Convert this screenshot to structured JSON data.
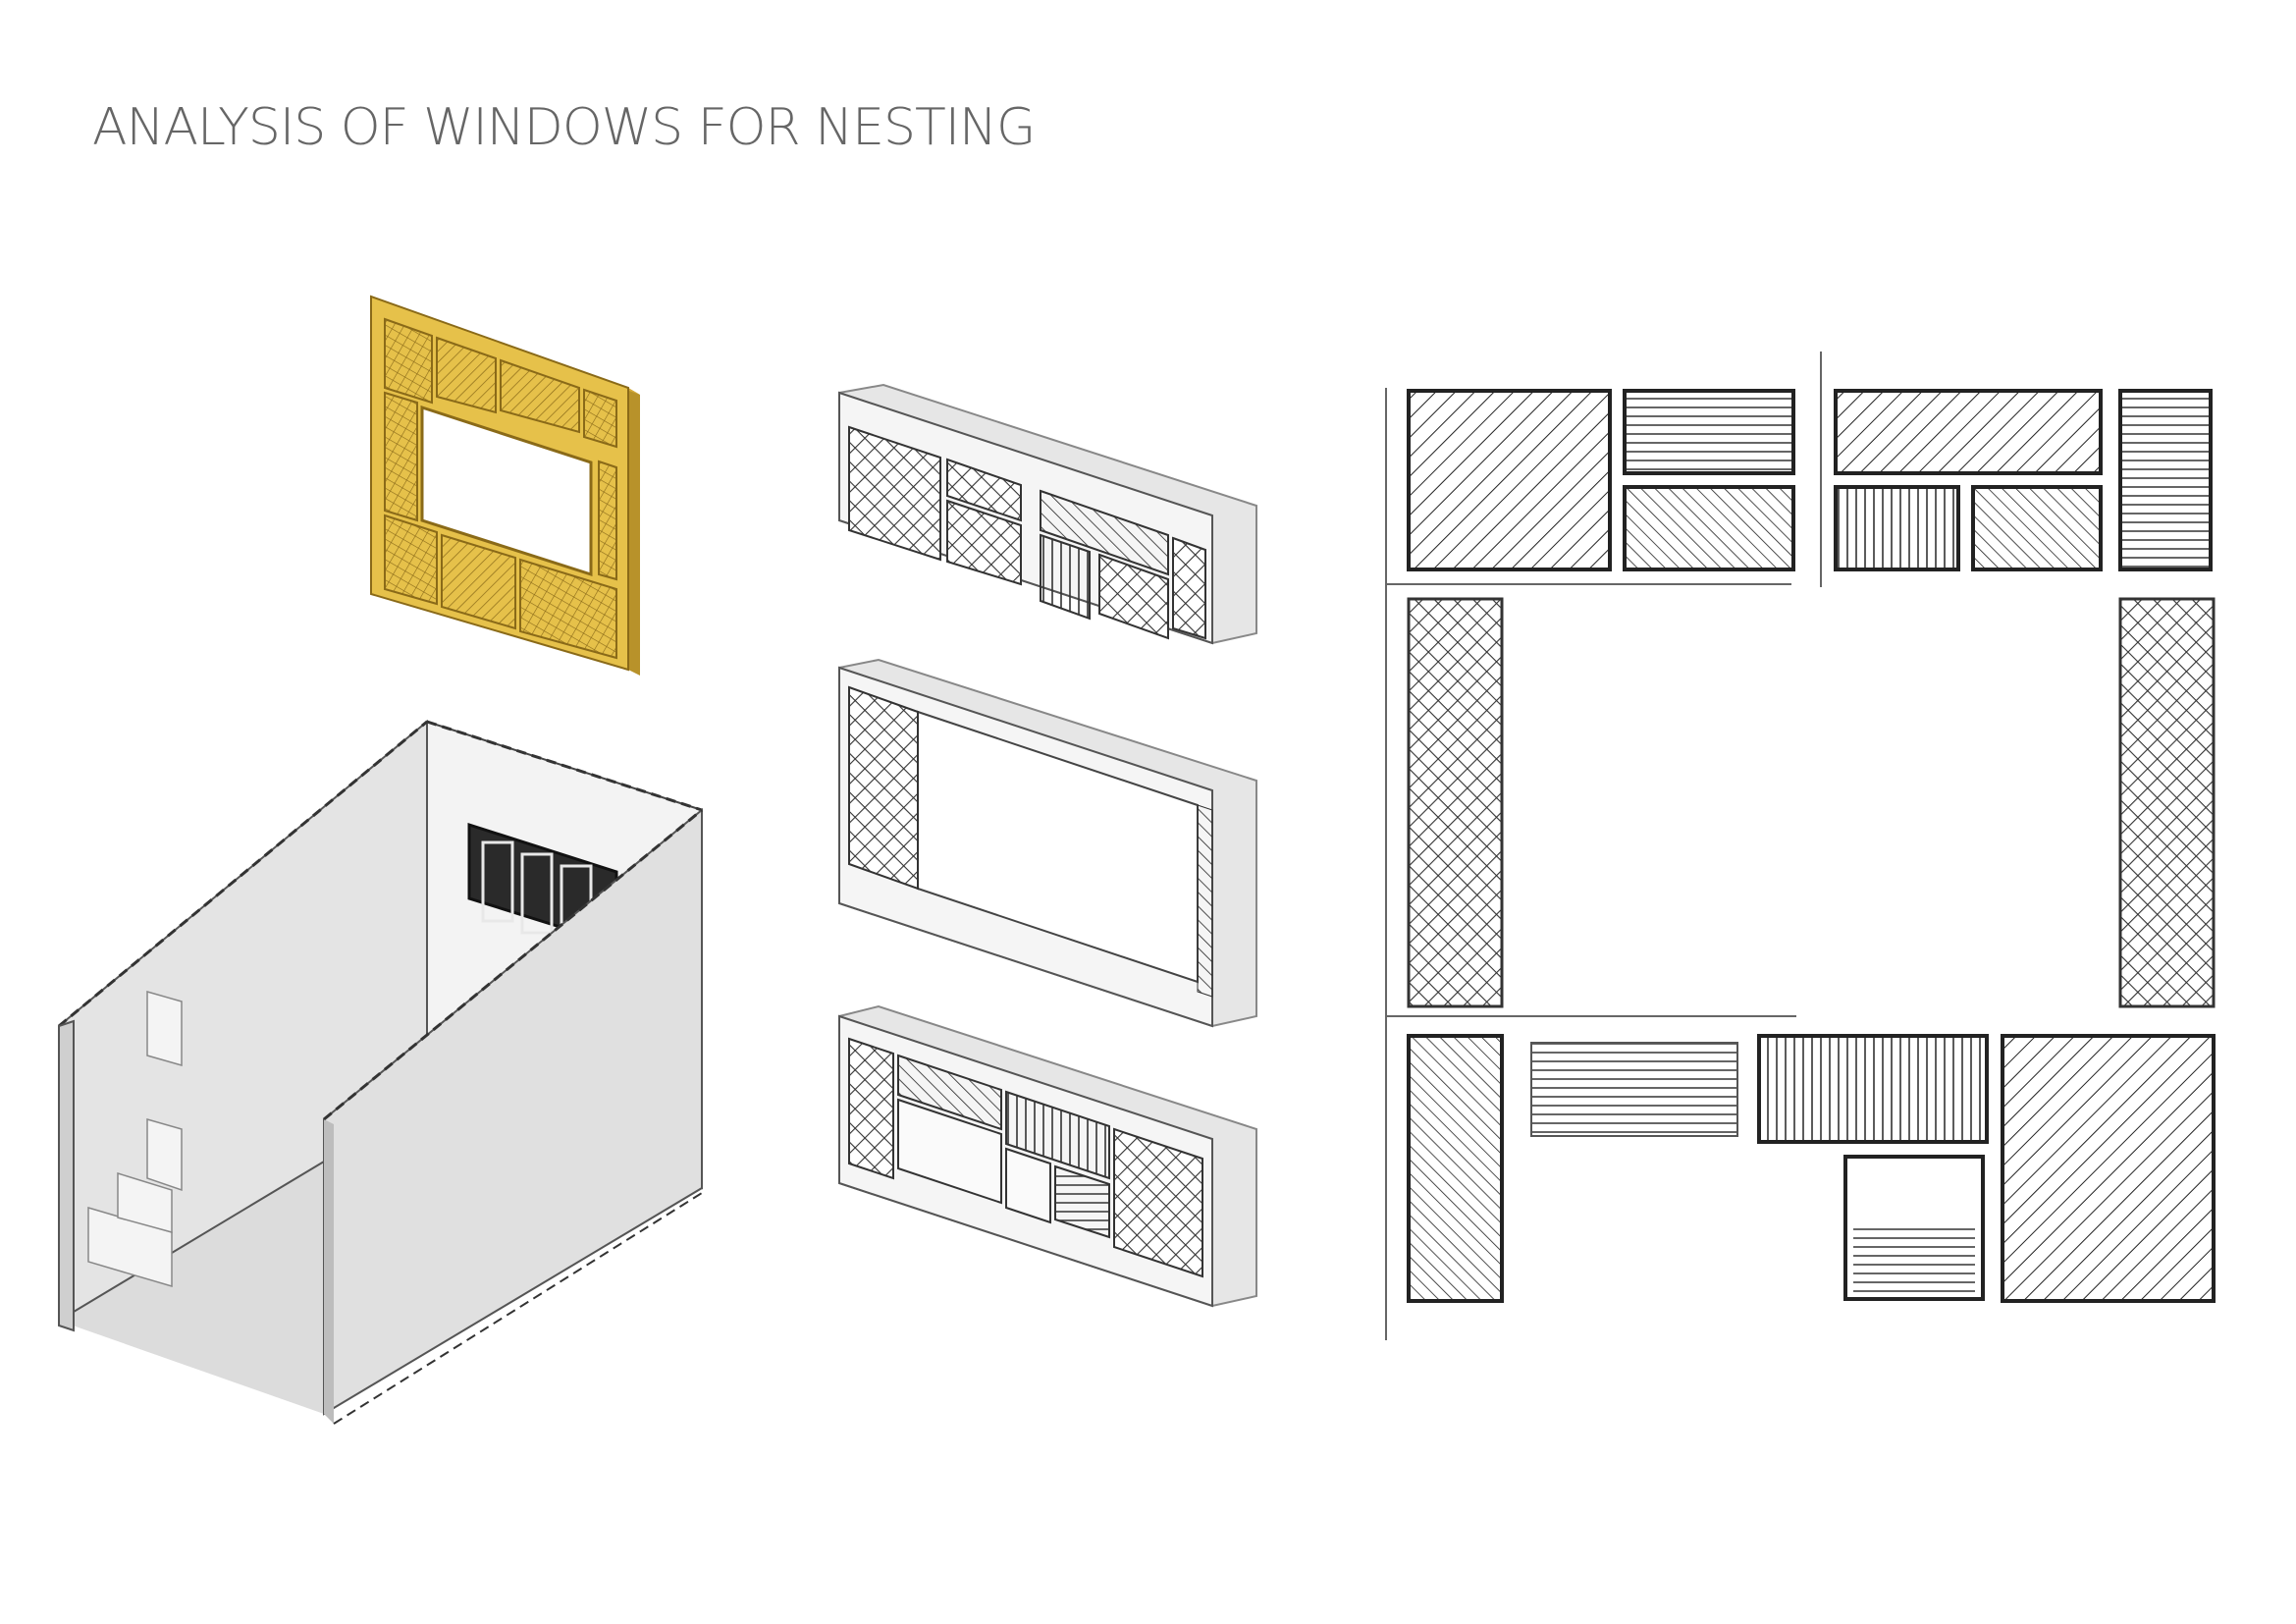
{
  "title": "ANALYSIS OF WINDOWS FOR NESTING",
  "colors": {
    "background": "#ffffff",
    "title_text": "#666666",
    "highlight_panel": "#e6c14a",
    "highlight_panel_dark": "#b8922a",
    "wall_light": "#f1f1f1",
    "wall_mid": "#dddddd",
    "wall_dark": "#c8c8c8",
    "line": "#333333"
  },
  "figures": [
    {
      "name": "highlighted-window-panel",
      "fill": "yellow",
      "view": "isometric"
    },
    {
      "name": "room-with-window",
      "view": "isometric"
    },
    {
      "name": "window-component-top",
      "view": "isometric"
    },
    {
      "name": "window-component-frame",
      "view": "isometric"
    },
    {
      "name": "window-component-bottom",
      "view": "isometric"
    },
    {
      "name": "flattened-window-elevation",
      "view": "elevation"
    }
  ]
}
